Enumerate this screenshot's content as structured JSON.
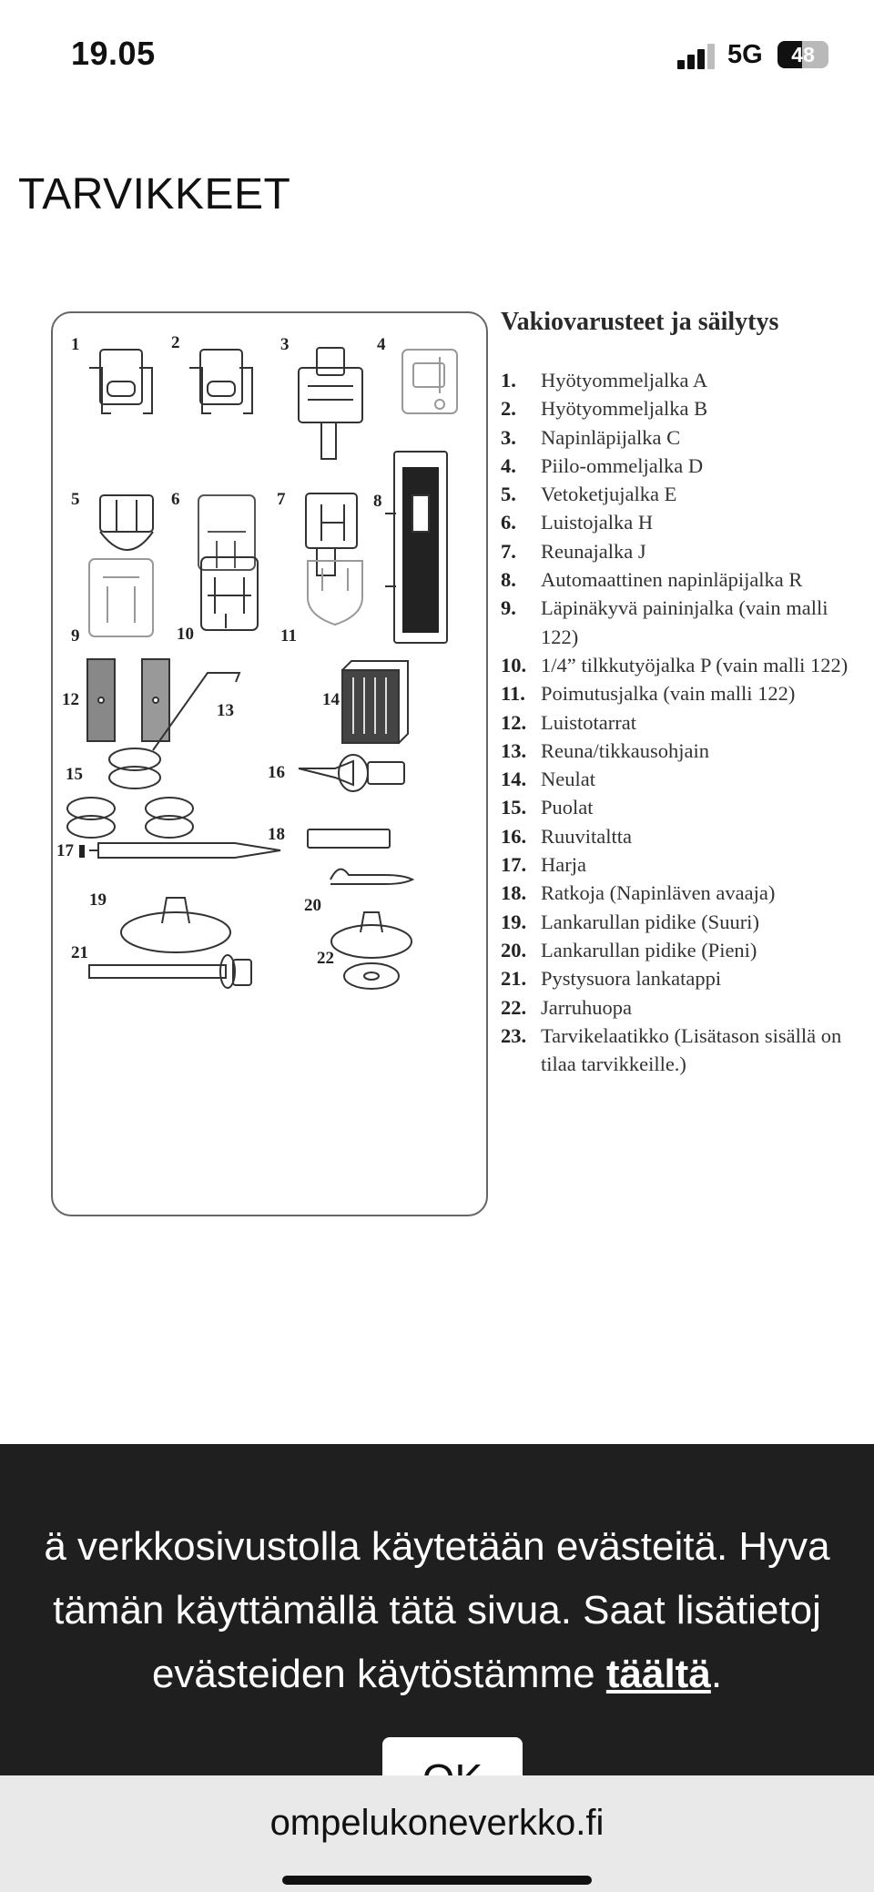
{
  "status": {
    "time": "19.05",
    "network": "5G",
    "battery": "48",
    "battery_level": 0.48
  },
  "page": {
    "title": "TARVIKKEET"
  },
  "manual": {
    "list_title": "Vakiovarusteet ja säilytys",
    "numbers": [
      "1",
      "2",
      "3",
      "4",
      "5",
      "6",
      "7",
      "8",
      "9",
      "10",
      "11",
      "12",
      "13",
      "14",
      "15",
      "16",
      "17",
      "18",
      "19",
      "20",
      "21",
      "22"
    ],
    "items": [
      {
        "num": "1.",
        "text": "Hyötyommeljalka A"
      },
      {
        "num": "2.",
        "text": "Hyötyommeljalka B"
      },
      {
        "num": "3.",
        "text": "Napinläpijalka C"
      },
      {
        "num": "4.",
        "text": "Piilo-ommeljalka D"
      },
      {
        "num": "5.",
        "text": "Vetoketjujalka E"
      },
      {
        "num": "6.",
        "text": "Luistojalka H"
      },
      {
        "num": "7.",
        "text": "Reunajalka J"
      },
      {
        "num": "8.",
        "text": "Automaattinen napinläpijalka R"
      },
      {
        "num": "9.",
        "text": "Läpinäkyvä paininjalka (vain malli 122)"
      },
      {
        "num": "10.",
        "text": "1/4” tilkkutyöjalka P (vain malli 122)"
      },
      {
        "num": "11.",
        "text": "Poimutusjalka (vain malli 122)"
      },
      {
        "num": "12.",
        "text": "Luistotarrat"
      },
      {
        "num": "13.",
        "text": "Reuna/tikkausohjain"
      },
      {
        "num": "14.",
        "text": "Neulat"
      },
      {
        "num": "15.",
        "text": "Puolat"
      },
      {
        "num": "16.",
        "text": "Ruuvitaltta"
      },
      {
        "num": "17.",
        "text": "Harja"
      },
      {
        "num": "18.",
        "text": "Ratkoja (Napinläven avaaja)"
      },
      {
        "num": "19.",
        "text": "Lankarullan pidike (Suuri)"
      },
      {
        "num": "20.",
        "text": "Lankarullan pidike (Pieni)"
      },
      {
        "num": "21.",
        "text": "Pystysuora lankatappi"
      },
      {
        "num": "22.",
        "text": "Jarruhuopa"
      },
      {
        "num": "23.",
        "text": "Tarvikelaatikko (Lisätason sisällä on tilaa tarvikkeille.)"
      }
    ]
  },
  "cookie": {
    "line1": "ä verkkosivustolla käytetään evästeitä. Hyva",
    "line2": "tämän käyttämällä tätä sivua. Saat lisätietoj",
    "line3": "evästeiden käytöstämme ",
    "link": "täältä",
    "line3_end": ".",
    "ok_label": "OK"
  },
  "browser": {
    "url": "ompelukoneverkko.fi"
  }
}
